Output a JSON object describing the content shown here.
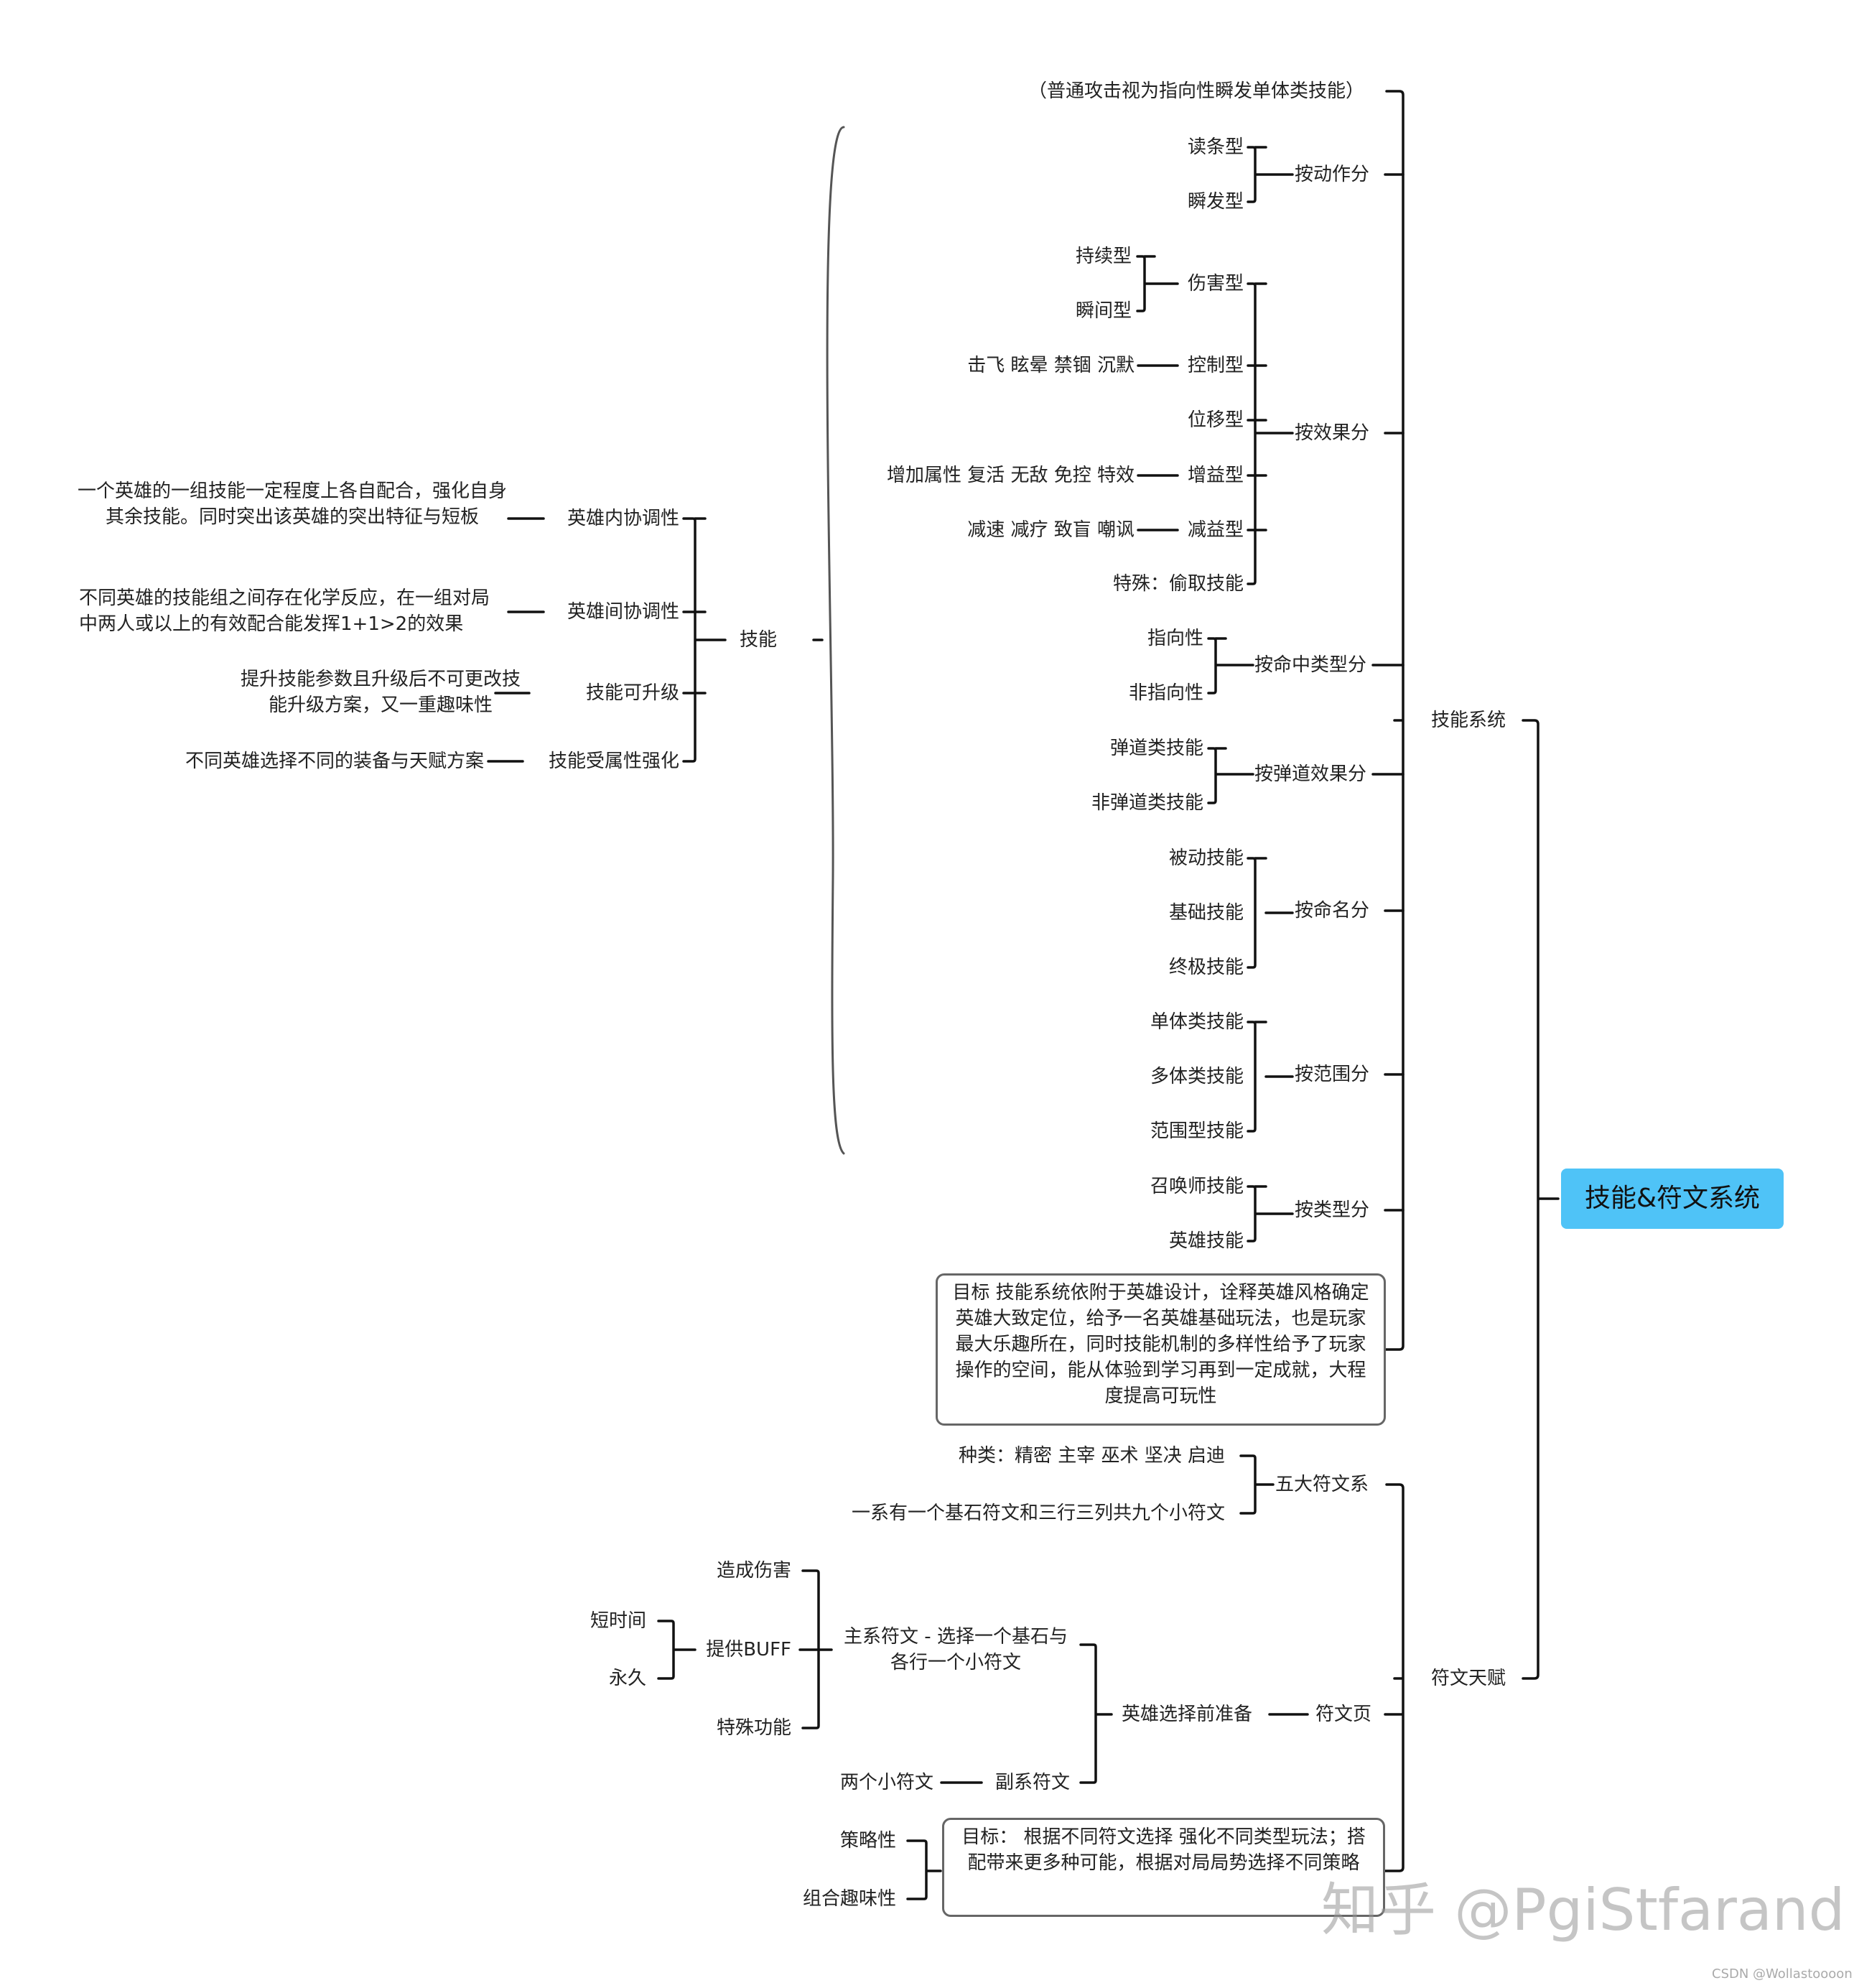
{
  "root": "技能&符文系统",
  "skill_system": {
    "label": "技能系统",
    "note": "（普通攻击视为指向性瞬发单体类技能）",
    "by_action": {
      "label": "按动作分",
      "children": [
        "读条型",
        "瞬发型"
      ]
    },
    "by_effect": {
      "label": "按效果分",
      "damage": {
        "label": "伤害型",
        "children": [
          "持续型",
          "瞬间型"
        ]
      },
      "control": {
        "label": "控制型",
        "detail": "击飞 眩晕 禁锢 沉默"
      },
      "displacement": "位移型",
      "buff": {
        "label": "增益型",
        "detail": "增加属性 复活 无敌 免控 特效"
      },
      "debuff": {
        "label": "减益型",
        "detail": "减速 减疗 致盲 嘲讽"
      },
      "special": "特殊：偷取技能"
    },
    "by_hit_type": {
      "label": "按命中类型分",
      "children": [
        "指向性",
        "非指向性"
      ]
    },
    "by_ballistic": {
      "label": "按弹道效果分",
      "children": [
        "弹道类技能",
        "非弹道类技能"
      ]
    },
    "by_naming": {
      "label": "按命名分",
      "children": [
        "被动技能",
        "基础技能",
        "终极技能"
      ]
    },
    "by_range": {
      "label": "按范围分",
      "children": [
        "单体类技能",
        "多体类技能",
        "范围型技能"
      ]
    },
    "by_category": {
      "label": "按类型分",
      "children": [
        "召唤师技能",
        "英雄技能"
      ]
    },
    "goal": "目标 技能系统依附于英雄设计，诠释英雄风格确定英雄大致定位，给予一名英雄基础玩法，也是玩家最大乐趣所在，同时技能机制的多样性给予了玩家操作的空间，能从体验到学习再到一定成就，大程度提高可玩性"
  },
  "skills": {
    "label": "技能",
    "items": [
      {
        "label": "英雄内协调性",
        "desc": "一个英雄的一组技能一定程度上各自配合，强化自身其余技能。同时突出该英雄的突出特征与短板"
      },
      {
        "label": "英雄间协调性",
        "desc": "不同英雄的技能组之间存在化学反应，在一组对局中两人或以上的有效配合能发挥1+1>2的效果"
      },
      {
        "label": "技能可升级",
        "desc": "提升技能参数且升级后不可更改技能升级方案，又一重趣味性"
      },
      {
        "label": "技能受属性强化",
        "desc": "不同英雄选择不同的装备与天赋方案"
      }
    ]
  },
  "rune_talent": {
    "label": "符文天赋",
    "five_systems": {
      "label": "五大符文系",
      "types": "种类：精密 主宰 巫术 坚决 启迪",
      "structure": "一系有一个基石符文和三行三列共九个小符文"
    },
    "rune_page": {
      "label": "符文页",
      "prep": "英雄选择前准备",
      "main": {
        "label": "主系符文 - 选择一个基石与各行一个小符文",
        "children": [
          "造成伤害",
          "提供BUFF",
          "特殊功能"
        ],
        "buff_children": [
          "短时间",
          "永久"
        ]
      },
      "sub": {
        "label": "副系符文",
        "detail": "两个小符文"
      }
    },
    "goal": {
      "text": "目标： 根据不同符文选择 强化不同类型玩法；搭配带来更多种可能，根据对局局势选择不同策略",
      "children": [
        "策略性",
        "组合趣味性"
      ]
    }
  },
  "watermark": "知乎 @PgiStfarand",
  "credit": "CSDN @Wollastoooon",
  "colors": {
    "root_fill": "#4fc3f7",
    "line": "#111111",
    "box_border": "#666666"
  }
}
